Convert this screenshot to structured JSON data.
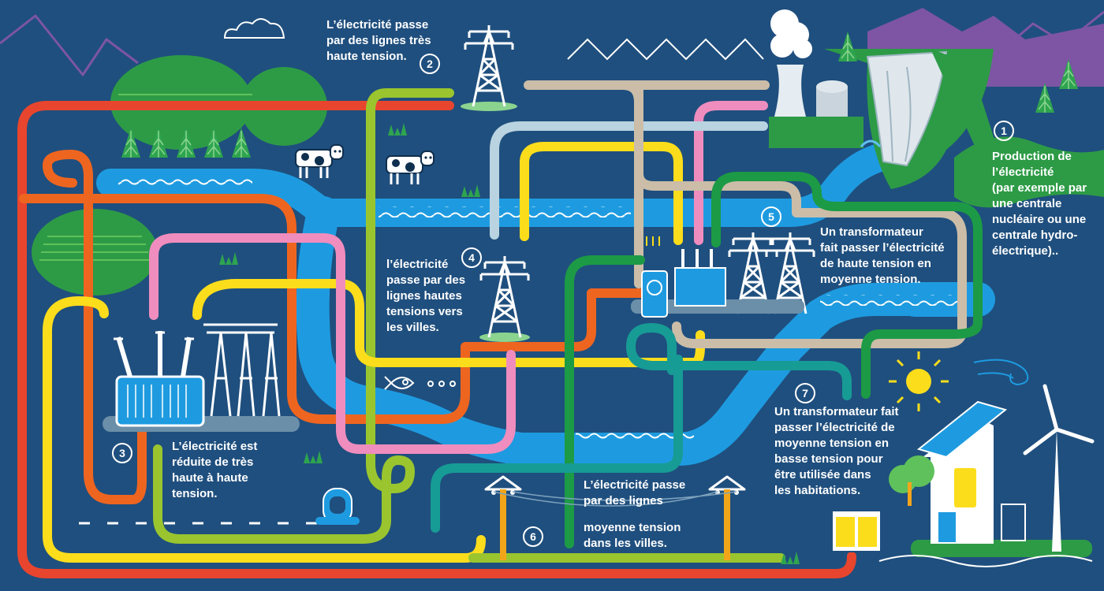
{
  "steps": [
    {
      "number": "1",
      "lines": [
        "Production de",
        "l’électricité",
        "(par exemple par",
        "une centrale",
        "nucléaire ou une",
        "centrale hydro-",
        "électrique).."
      ]
    },
    {
      "number": "2",
      "lines": [
        "L’électricité passe",
        "par des lignes très",
        "haute tension."
      ]
    },
    {
      "number": "3",
      "lines": [
        "L’électricité est",
        "réduite de très",
        "haute à haute",
        "tension."
      ]
    },
    {
      "number": "4",
      "lines": [
        "l’électricité",
        "passe par des",
        "lignes hautes",
        "tensions vers",
        "les villes."
      ]
    },
    {
      "number": "5",
      "lines": [
        "Un transformateur",
        "fait passer l’électricité",
        "de haute tension en",
        "moyenne tension."
      ]
    },
    {
      "number": "6",
      "lines_top": [
        "L’électricité passe",
        "par des lignes"
      ],
      "lines_bottom": [
        "moyenne tension",
        "dans les villes."
      ]
    },
    {
      "number": "7",
      "lines": [
        "Un transformateur fait",
        "passer l’électricité de",
        "moyenne tension en",
        "basse tension pour",
        "être utilisée dans",
        "les habitations."
      ]
    }
  ],
  "colors": {
    "background": "#1f4f7e",
    "river": "#1e9be0",
    "line_red": "#e8452e",
    "line_orange": "#ee6520",
    "line_yellow": "#fcdd1c",
    "line_lime": "#9ac52e",
    "line_pink": "#ef8dbe",
    "line_beige": "#cbbda8",
    "line_lightblue": "#b9d3e0",
    "line_green": "#1c9a45",
    "line_teal": "#179b95",
    "hill_green": "#2d9b46",
    "mountain_purple": "#7d55a4"
  }
}
